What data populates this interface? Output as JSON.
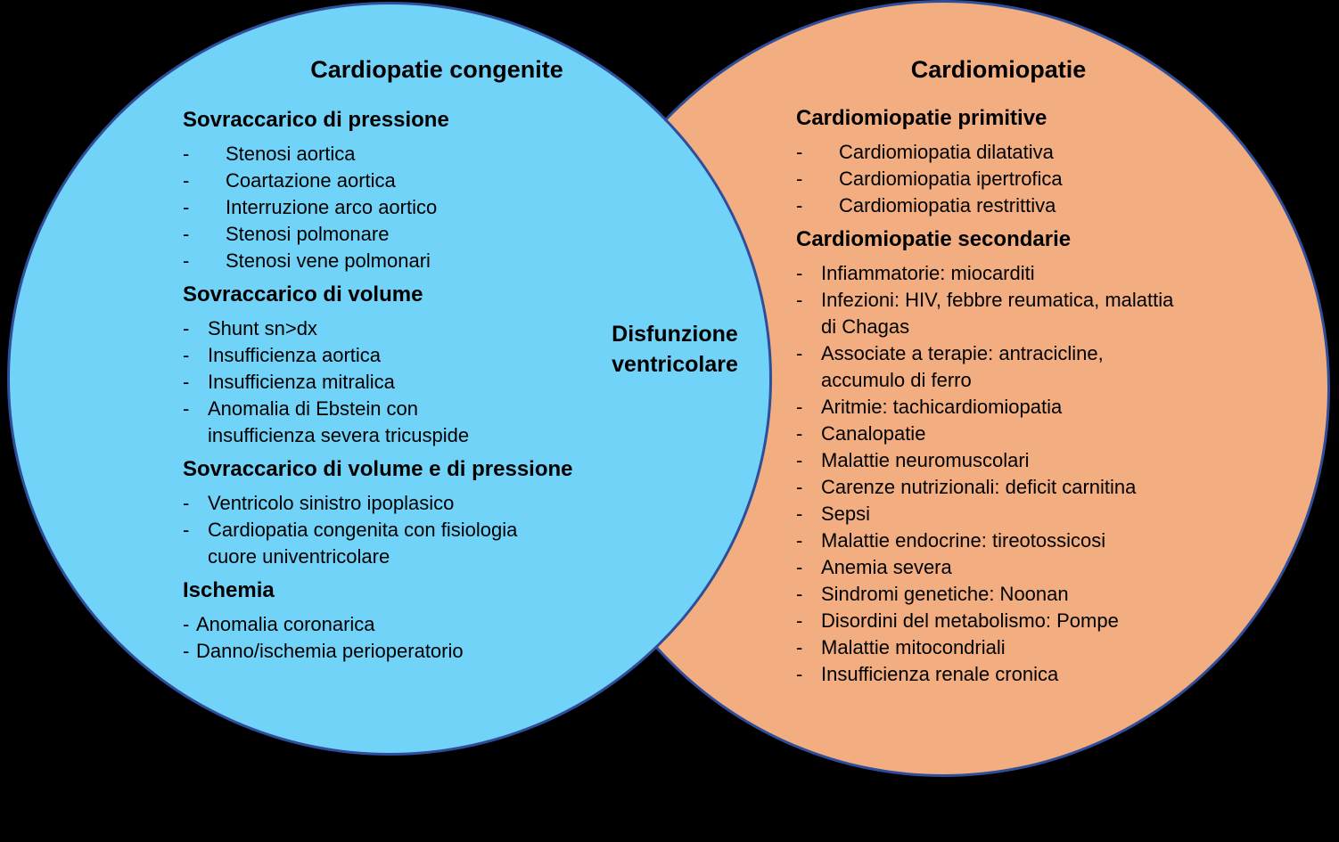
{
  "colors": {
    "background": "#000000",
    "blue_fill": "#72d3f8",
    "orange_fill": "#f2ad80",
    "circle_border": "#2e4d9a",
    "text": "#000000"
  },
  "left_circle": {
    "title": "Cardiopatie congenite",
    "sections": [
      {
        "heading": "Sovraccarico di pressione",
        "indent": "wide",
        "items": [
          {
            "dash": true,
            "text": "Stenosi aortica"
          },
          {
            "dash": true,
            "text": "Coartazione aortica"
          },
          {
            "dash": true,
            "text": "Interruzione arco aortico"
          },
          {
            "dash": true,
            "text": "Stenosi polmonare"
          },
          {
            "dash": true,
            "text": "Stenosi vene polmonari"
          }
        ]
      },
      {
        "heading": "Sovraccarico di volume",
        "indent": "narrow",
        "items": [
          {
            "dash": true,
            "text": "Shunt sn>dx"
          },
          {
            "dash": true,
            "text": "Insufficienza aortica"
          },
          {
            "dash": true,
            "text": "Insufficienza mitralica"
          },
          {
            "dash": true,
            "text": "Anomalia di Ebstein con"
          },
          {
            "dash": false,
            "text": "insufficienza severa tricuspide"
          }
        ]
      },
      {
        "heading": "Sovraccarico di volume e di pressione",
        "indent": "narrow",
        "items": [
          {
            "dash": true,
            "text": "Ventricolo sinistro ipoplasico"
          },
          {
            "dash": true,
            "text": "Cardiopatia congenita con fisiologia"
          },
          {
            "dash": false,
            "text": "cuore univentricolare"
          }
        ]
      },
      {
        "heading": "Ischemia",
        "indent": "tight",
        "items": [
          {
            "dash": true,
            "text": "Anomalia coronarica"
          },
          {
            "dash": true,
            "text": "Danno/ischemia perioperatorio"
          }
        ]
      }
    ]
  },
  "right_circle": {
    "title": "Cardiomiopatie",
    "sections": [
      {
        "heading": "Cardiomiopatie primitive",
        "indent": "wide",
        "items": [
          {
            "dash": true,
            "text": "Cardiomiopatia dilatativa"
          },
          {
            "dash": true,
            "text": "Cardiomiopatia ipertrofica"
          },
          {
            "dash": true,
            "text": "Cardiomiopatia restrittiva"
          }
        ]
      },
      {
        "heading": "Cardiomiopatie secondarie",
        "indent": "narrow",
        "items": [
          {
            "dash": true,
            "text": "Infiammatorie: miocarditi"
          },
          {
            "dash": true,
            "text": "Infezioni: HIV, febbre reumatica, malattia"
          },
          {
            "dash": false,
            "text": "di Chagas"
          },
          {
            "dash": true,
            "text": "Associate a terapie: antracicline,"
          },
          {
            "dash": false,
            "text": "accumulo di ferro"
          },
          {
            "dash": true,
            "text": "Aritmie: tachicardiomiopatia"
          },
          {
            "dash": true,
            "text": "Canalopatie"
          },
          {
            "dash": true,
            "text": "Malattie neuromuscolari"
          },
          {
            "dash": true,
            "text": "Carenze nutrizionali: deficit carnitina"
          },
          {
            "dash": true,
            "text": "Sepsi"
          },
          {
            "dash": true,
            "text": "Malattie endocrine: tireotossicosi"
          },
          {
            "dash": true,
            "text": "Anemia severa"
          },
          {
            "dash": true,
            "text": "Sindromi genetiche: Noonan"
          },
          {
            "dash": true,
            "text": "Disordini del metabolismo: Pompe"
          },
          {
            "dash": true,
            "text": "Malattie mitocondriali"
          },
          {
            "dash": true,
            "text": "Insufficienza renale cronica"
          }
        ]
      }
    ]
  },
  "overlap_label": {
    "lines": [
      "Disfunzione",
      "ventricolare"
    ]
  }
}
